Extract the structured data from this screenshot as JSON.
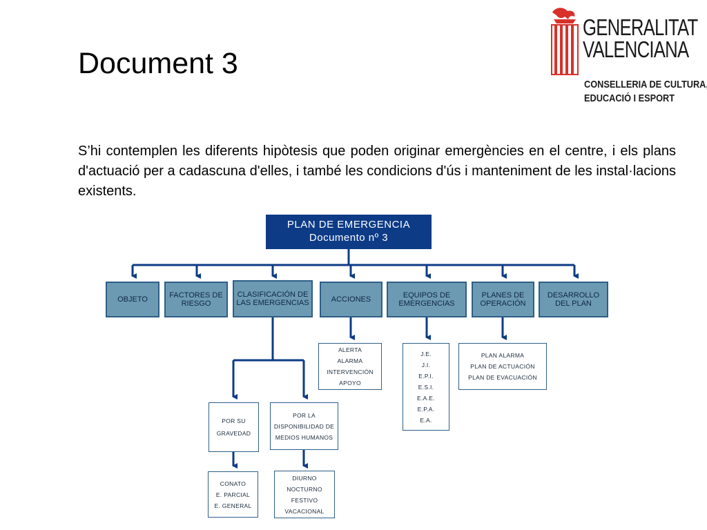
{
  "slide": {
    "title": "Document 3",
    "paragraph": "S’hi contemplen les diferents hipòtesis que poden originar emergències en el centre, i els plans d'actuació per a cadascuna d'elles, i també les condicions d'ús i manteniment de les instal·lacions existents."
  },
  "logo": {
    "org_line1": "GENERALITAT",
    "org_line2": "VALENCIANA",
    "dept_line1": "CONSELLERIA DE CULTURA,",
    "dept_line2": "EDUCACIÓ I ESPORT",
    "colors": {
      "red": "#d7312a",
      "dark": "#1a1a1a"
    }
  },
  "diagram": {
    "root": {
      "line1": "PLAN DE EMERGENCIA",
      "line2": "Documento nº 3"
    },
    "categories": [
      "OBJETO",
      "FACTORES DE RIESGO",
      "CLASIFICACIÓN DE LAS EMERGENCIAS",
      "ACCIONES",
      "EQUIPOS DE EMERGENCIAS",
      "PLANES DE OPERACIÓN",
      "DESARROLLO DEL PLAN"
    ],
    "acciones_items": [
      "ALERTA",
      "ALARMA",
      "INTERVENCIÓN",
      "APOYO"
    ],
    "equipos_items": [
      "J.E.",
      "J.I.",
      "E.P.I.",
      "E.S.I.",
      "E.A.E.",
      "E.P.A.",
      "E.A."
    ],
    "planes_items": [
      "PLAN ALARMA",
      "PLAN DE ACTUACIÓN",
      "PLAN DE EVACUACIÓN"
    ],
    "clasificacion_sub": [
      "POR SU GRAVEDAD",
      "POR LA DISPONIBILIDAD DE MEDIOS HUMANOS"
    ],
    "gravedad_items": [
      "CONATO",
      "E. PARCIAL",
      "E. GENERAL"
    ],
    "disponibilidad_items": [
      "DIURNO",
      "NOCTURNO",
      "FESTIVO",
      "VACACIONAL"
    ],
    "colors": {
      "root_bg": "#0d3b86",
      "category_bg": "#6d9ab3",
      "connector": "#0d3b86"
    }
  }
}
